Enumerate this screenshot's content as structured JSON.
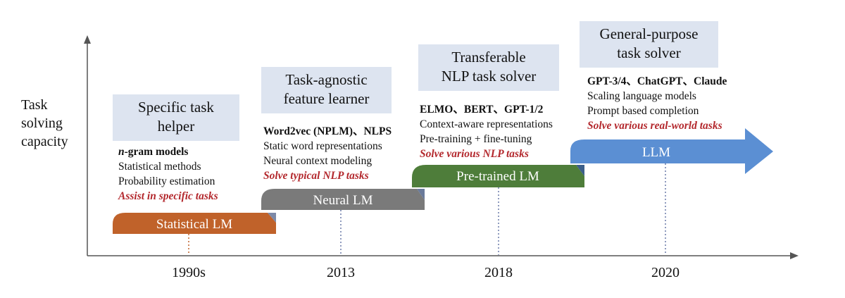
{
  "axis": {
    "y_label_lines": [
      "Task",
      "solving",
      "capacity"
    ]
  },
  "stages": [
    {
      "box_lines": [
        "Specific task",
        "helper"
      ],
      "desc_model_prefix": "n",
      "desc_model_rest": "-gram models",
      "desc_lines": [
        "Statistical methods",
        "Probability estimation"
      ],
      "goal": "Assist in specific tasks",
      "bar_label": "Statistical LM",
      "bar_color": "#c0622a",
      "year": "1990s"
    },
    {
      "box_lines": [
        "Task-agnostic",
        "feature learner"
      ],
      "desc_model": "Word2vec (NPLM)、NLPS",
      "desc_lines": [
        "Static word representations",
        "Neural context modeling"
      ],
      "goal": "Solve typical NLP tasks",
      "bar_label": "Neural LM",
      "bar_color": "#7a7a7a",
      "year": "2013"
    },
    {
      "box_lines": [
        "Transferable",
        "NLP task solver"
      ],
      "desc_model": "ELMO、BERT、GPT-1/2",
      "desc_lines": [
        "Context-aware representations",
        "Pre-training + fine-tuning"
      ],
      "goal": "Solve various NLP tasks",
      "bar_label": "Pre-trained LM",
      "bar_color": "#4e7d3a",
      "year": "2018"
    },
    {
      "box_lines": [
        "General-purpose",
        "task solver"
      ],
      "desc_model": "GPT-3/4、ChatGPT、Claude",
      "desc_lines": [
        "Scaling language models",
        "Prompt based completion"
      ],
      "goal": "Solve various real-world tasks",
      "bar_label": "LLM",
      "bar_color": "#5b8fd3",
      "year": "2020"
    }
  ]
}
